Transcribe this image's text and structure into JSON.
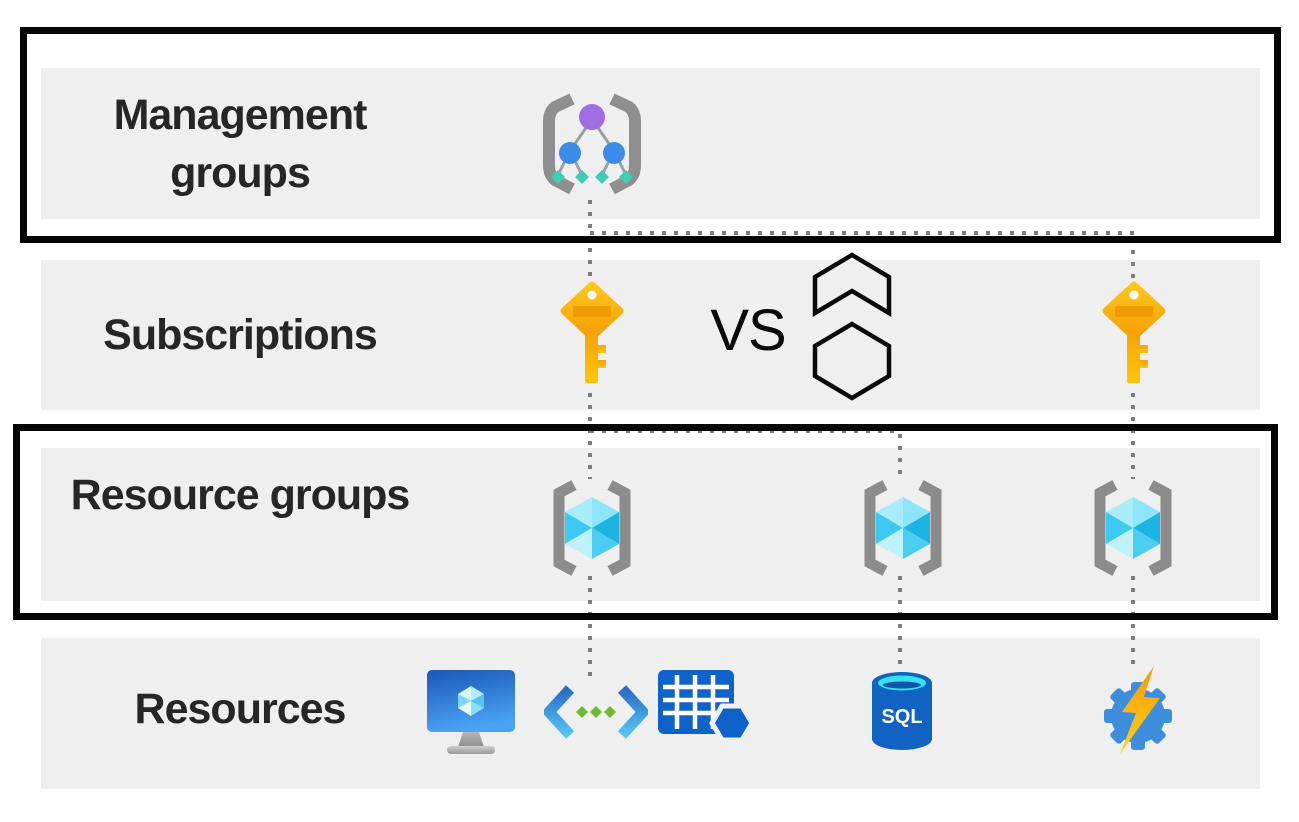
{
  "rows": [
    {
      "label": "Management groups",
      "highlighted": true,
      "icons": [
        "management-group"
      ]
    },
    {
      "label": "Subscriptions",
      "highlighted": false,
      "icons": [
        "key",
        "key"
      ]
    },
    {
      "label": "Resource groups",
      "highlighted": true,
      "icons": [
        "resource-group",
        "resource-group",
        "resource-group"
      ]
    },
    {
      "label": "Resources",
      "highlighted": false,
      "icons": [
        "virtual-machine",
        "api-code",
        "table-storage",
        "sql-database",
        "automation-gear"
      ]
    }
  ],
  "comparison": {
    "vs_label": "VS",
    "stack_icon": "stacked-hexagons"
  },
  "labels": {
    "sql": "SQL"
  },
  "colors": {
    "band_background": "#efefef",
    "highlight_border": "#050505",
    "label_text": "#262626",
    "dotted_connector": "#7e7e7e",
    "bracket_gray": "#8c8c8c",
    "key_yellow": "#fbb40c",
    "key_orange_bar": "#ee9b05",
    "cube_cyan": "#3ec9f0",
    "node_purple": "#a06ee1",
    "node_blue": "#3a8ce8",
    "node_teal": "#3ecdb5",
    "resource_blue": "#0d63c9",
    "code_green": "#6cbb2a",
    "gear_blue": "#3e8ede",
    "bolt_orange": "#f7980a",
    "bolt_yellow": "#ffd318",
    "sql_cyan": "#38e1f2"
  }
}
